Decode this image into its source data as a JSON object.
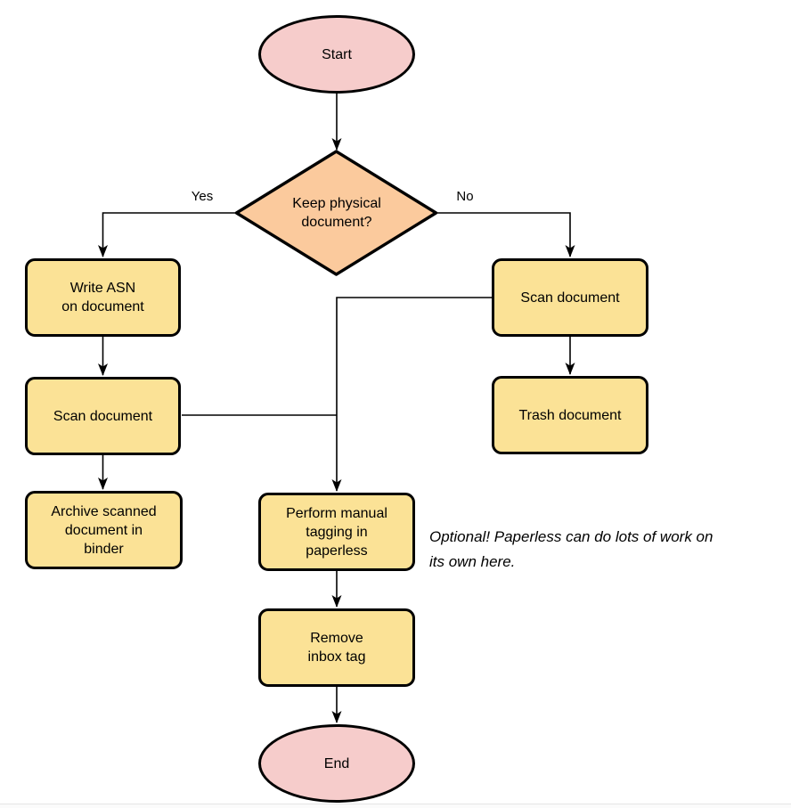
{
  "colors": {
    "background": "#FFFFFF",
    "stroke": "#000000",
    "terminal-fill": "#F6CCCB",
    "decision-fill": "#FBCA9D",
    "process-fill": "#FBE296"
  },
  "nodes": {
    "start": {
      "type": "terminal",
      "label": "Start"
    },
    "decision": {
      "type": "decision",
      "label": "Keep physical\ndocument?"
    },
    "write_asn": {
      "type": "process",
      "label": "Write ASN\non document"
    },
    "scan_left": {
      "type": "process",
      "label": "Scan document"
    },
    "archive": {
      "type": "process",
      "label": "Archive scanned\ndocument in\nbinder"
    },
    "scan_right": {
      "type": "process",
      "label": "Scan document"
    },
    "trash": {
      "type": "process",
      "label": "Trash document"
    },
    "tagging": {
      "type": "process",
      "label": "Perform manual\ntagging in\npaperless"
    },
    "remove_inbox": {
      "type": "process",
      "label": "Remove\ninbox tag"
    },
    "end": {
      "type": "terminal",
      "label": "End"
    }
  },
  "edge_labels": {
    "yes": "Yes",
    "no": "No"
  },
  "note": {
    "text": "Optional! Paperless can do lots of work on\nits own here."
  }
}
